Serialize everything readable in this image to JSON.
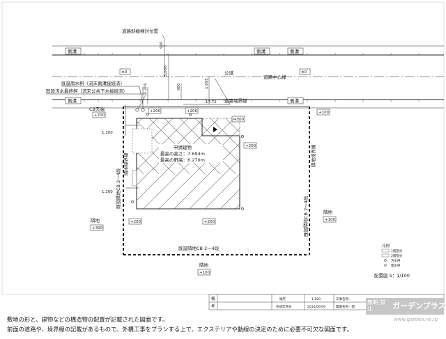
{
  "drawing": {
    "road_slope_check": "道路斜線検討位置",
    "side_ditch": "側溝",
    "zero_level": "±0",
    "road": "公道",
    "road_center": "道路中心線",
    "road_boundary": "道路境界線",
    "rain_basin": "既設雨水桝（流末側溝接続済）",
    "sewage_basin": "既設汚水最終桝（流末公共下水接続済）",
    "cb_top": "CB天端",
    "dims": {
      "d900a": "900",
      "d5000": "5,000",
      "d900b": "900",
      "d1200a": "1,200",
      "d1095": "1,095",
      "d1772": "17.72",
      "d1200b": "1,200",
      "d1200c": "1,200"
    },
    "levels": {
      "p700": "+700",
      "p200a": "+200",
      "p200b": "+200",
      "p200c": "+200",
      "p100a": "+100",
      "p200d": "+200",
      "p200e": "+200",
      "p100b": "+100",
      "p300": "+300",
      "p100c": "+100"
    },
    "building_label": "申請建物",
    "max_height": "最高の高さ：7.694m",
    "max_eave": "最高の軒高：6.270m",
    "fence_left": "既設隣地CB 2～4段",
    "boundary_left": "隣地境界線",
    "fence_right": "既設隣地CB 2～4段",
    "boundary_right": "隣地境界線",
    "fence_bottom": "既設隣地CB 2～4段",
    "neighbor_left": "隣地",
    "neighbor_right": "隣地",
    "neighbor_bottom": "隣地"
  },
  "legend": {
    "title": "凡例",
    "items": [
      "1階部分",
      "2階部分",
      "汚水桝",
      "雨水桝"
    ]
  },
  "scale_label": "配置図 S：1/100",
  "title_block": {
    "note_label": "備",
    "note_label2": "考",
    "scale_head": "縮尺",
    "scale_value": "1/100",
    "date_head": "作成年月日",
    "date_value": "2016/06/09",
    "project_head": "工事名称：",
    "drawing_name_head": "図面名称：配"
  },
  "caption": {
    "line1": "敷地の形と、建物などの構造物の配置が記載された図面です。",
    "line2": "前面の道路や、境界線の記載があるもので、外構工事をプランする上で、エクステリアや動線の決定のために必要不可欠な図面です。"
  },
  "logo": {
    "kanji": "無断 禁止",
    "name": "ガーデンプラス",
    "url": "www.garden.ne.jp"
  }
}
